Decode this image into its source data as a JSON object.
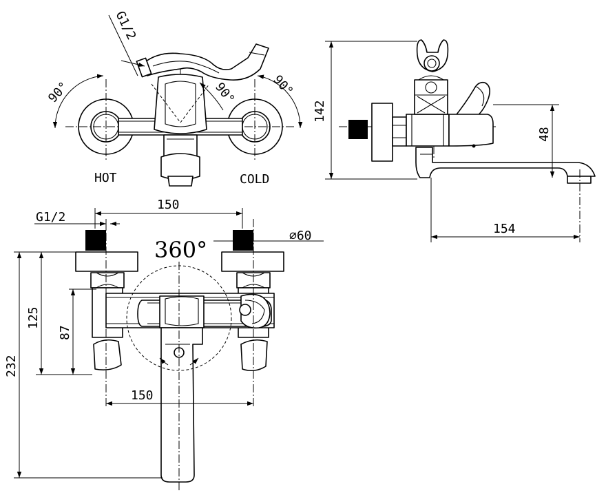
{
  "top_view": {
    "hot_label": "HOT",
    "cold_label": "COLD",
    "thread_label": "G1/2",
    "angle_left": "90°",
    "angle_center": "90°",
    "angle_right": "90°"
  },
  "side_view": {
    "height_label": "142",
    "outlet_height_label": "48",
    "spout_length_label": "154"
  },
  "front_view": {
    "thread_label": "G1/2",
    "centers_top_label": "150",
    "rotation_label": "360°",
    "flange_diameter_label": "∅60",
    "height_125_label": "125",
    "height_87_label": "87",
    "total_height_label": "232",
    "centers_bottom_label": "150"
  }
}
